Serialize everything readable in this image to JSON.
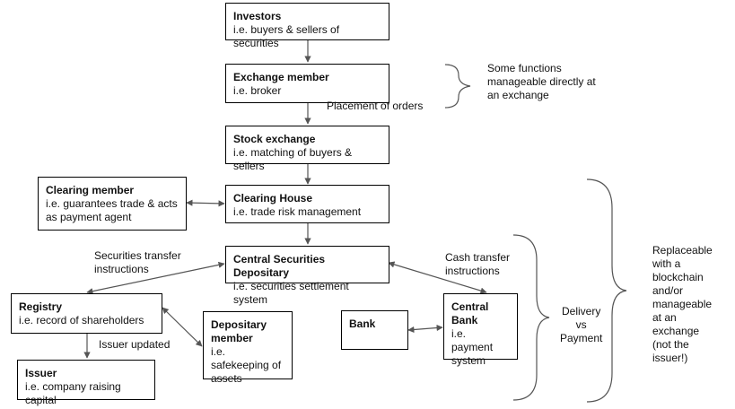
{
  "nodes": {
    "investors": {
      "title": "Investors",
      "subtitle": "i.e. buyers & sellers of securities"
    },
    "exchange_member": {
      "title": "Exchange member",
      "subtitle": "i.e. broker"
    },
    "stock_exchange": {
      "title": "Stock exchange",
      "subtitle": "i.e. matching of buyers & sellers"
    },
    "clearing_member": {
      "title": "Clearing member",
      "subtitle": "i.e. guarantees trade & acts as payment agent"
    },
    "clearing_house": {
      "title": "Clearing House",
      "subtitle": "i.e. trade risk management"
    },
    "csd": {
      "title": "Central Securities Depositary",
      "subtitle": "i.e. securities settlement system"
    },
    "registry": {
      "title": "Registry",
      "subtitle": "i.e. record of shareholders"
    },
    "depositary_member": {
      "title": "Depositary member",
      "subtitle": "i.e. safekeeping of assets"
    },
    "issuer": {
      "title": "Issuer",
      "subtitle": "i.e. company raising capital"
    },
    "bank": {
      "title": "Bank",
      "subtitle": ""
    },
    "central_bank": {
      "title": "Central Bank",
      "subtitle": "i.e. payment system"
    }
  },
  "labels": {
    "placement": "Placement of orders",
    "securities_transfer": "Securities transfer\ninstructions",
    "cash_transfer": "Cash transfer\ninstructions",
    "issuer_updated": "Issuer updated",
    "some_functions": "Some functions\nmanageable directly at\nan exchange",
    "dvp": "Delivery\nvs\nPayment",
    "replaceable": "Replaceable\nwith a\nblockchain\nand/or\nmanageable\nat an\nexchange\n(not the\nissuer!)"
  },
  "colors": {
    "box_border": "#000000",
    "line": "#555555"
  }
}
